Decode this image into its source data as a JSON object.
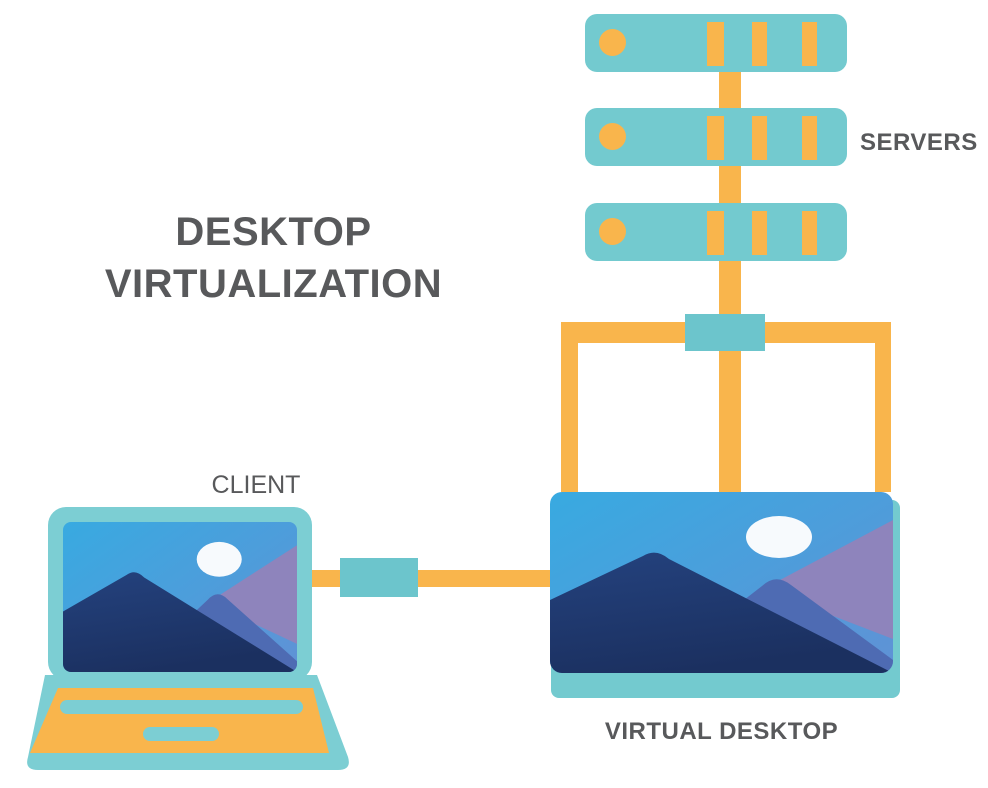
{
  "title": {
    "line1": "DESKTOP",
    "line2": "VIRTUALIZATION"
  },
  "nodes": {
    "servers": {
      "label": "SERVERS",
      "count": 3,
      "icon": "server-rack-icon"
    },
    "client": {
      "label": "CLIENT",
      "icon": "laptop-icon"
    },
    "virtual_desktop": {
      "label": "VIRTUAL DESKTOP",
      "icon": "monitor-icon"
    },
    "connections": [
      {
        "from": "servers",
        "to": "virtual_desktop",
        "via": "network-switch-icon"
      },
      {
        "from": "client",
        "to": "virtual_desktop",
        "via": "network-adapter-icon"
      }
    ]
  },
  "colors": {
    "teal": "#73CACF",
    "teal_light": "#7CCED3",
    "teal_connector": "#6CC5CC",
    "orange": "#F9B54C",
    "text_gray": "#58595B",
    "sky_start": "#38AAE1",
    "sky_end": "#5E93D6",
    "sun_white": "#F7FAFD",
    "mountain_back": "#4E6BB3",
    "mountain_purple": "#8E84BC",
    "mountain_front_top": "#24427E",
    "mountain_front_bottom": "#1B3060"
  }
}
